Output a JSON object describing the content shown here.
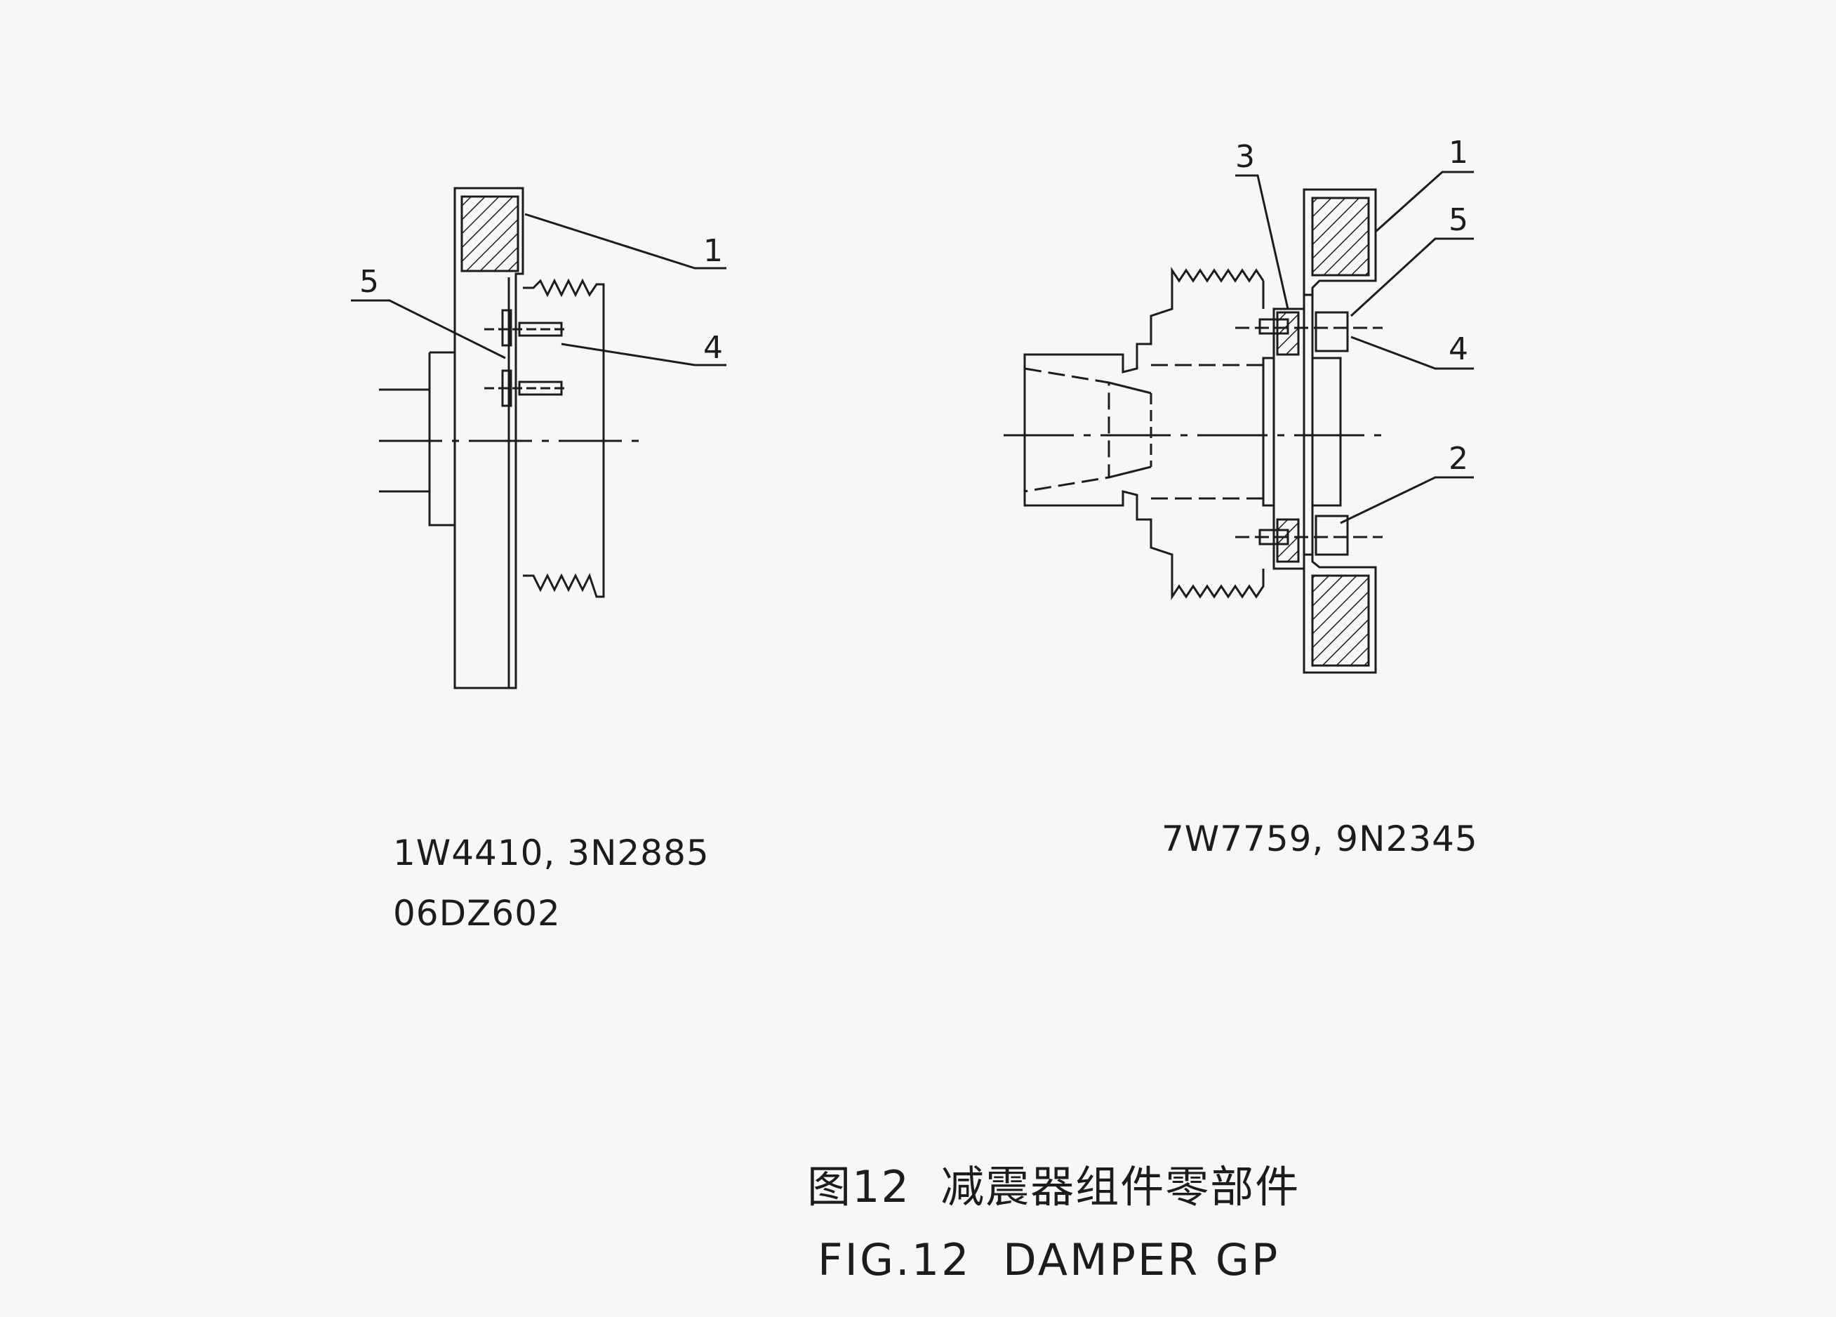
{
  "left_view": {
    "callouts": {
      "c1": "1",
      "c4": "4",
      "c5": "5"
    },
    "part_numbers_line1": "1W4410, 3N2885",
    "part_numbers_line2": "06DZ602"
  },
  "right_view": {
    "callouts": {
      "c1": "1",
      "c2": "2",
      "c3": "3",
      "c4": "4",
      "c5": "5"
    },
    "part_numbers": "7W7759, 9N2345"
  },
  "caption": {
    "chinese": "图12  减震器组件零部件",
    "english": "FIG.12  DAMPER GP"
  },
  "colors": {
    "ink": "#1c1c1c",
    "paper": "#f7f7f5"
  }
}
